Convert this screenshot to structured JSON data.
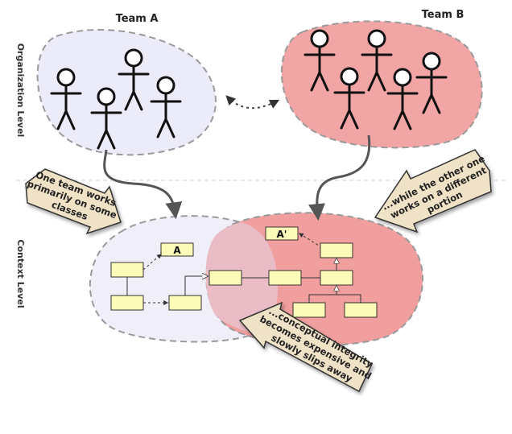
{
  "teams": {
    "a": {
      "label": "Team A"
    },
    "b": {
      "label": "Team B"
    }
  },
  "levels": {
    "organization": "Organization Level",
    "context": "Context Level"
  },
  "callouts": {
    "left": [
      "One team works",
      "primarily on some",
      "classes"
    ],
    "right": [
      "...while the other one",
      "works on a different",
      "portion"
    ],
    "bottom": [
      "...conceptual integrity",
      "becomes expensive and",
      "slowly slips away"
    ]
  },
  "class_labels": {
    "a": "A",
    "a_prime": "A'"
  },
  "colors": {
    "team_a_fill": "#ecebfa",
    "team_b_fill": "#f2a5a5",
    "context_a_fill": "#efeef9",
    "context_b_fill": "#f09e9e",
    "overlap_fill": "#e9bcc6",
    "class_box_fill": "#fdfbb8",
    "callout_fill": "#efe2c6",
    "dashed_border": "#999999"
  }
}
